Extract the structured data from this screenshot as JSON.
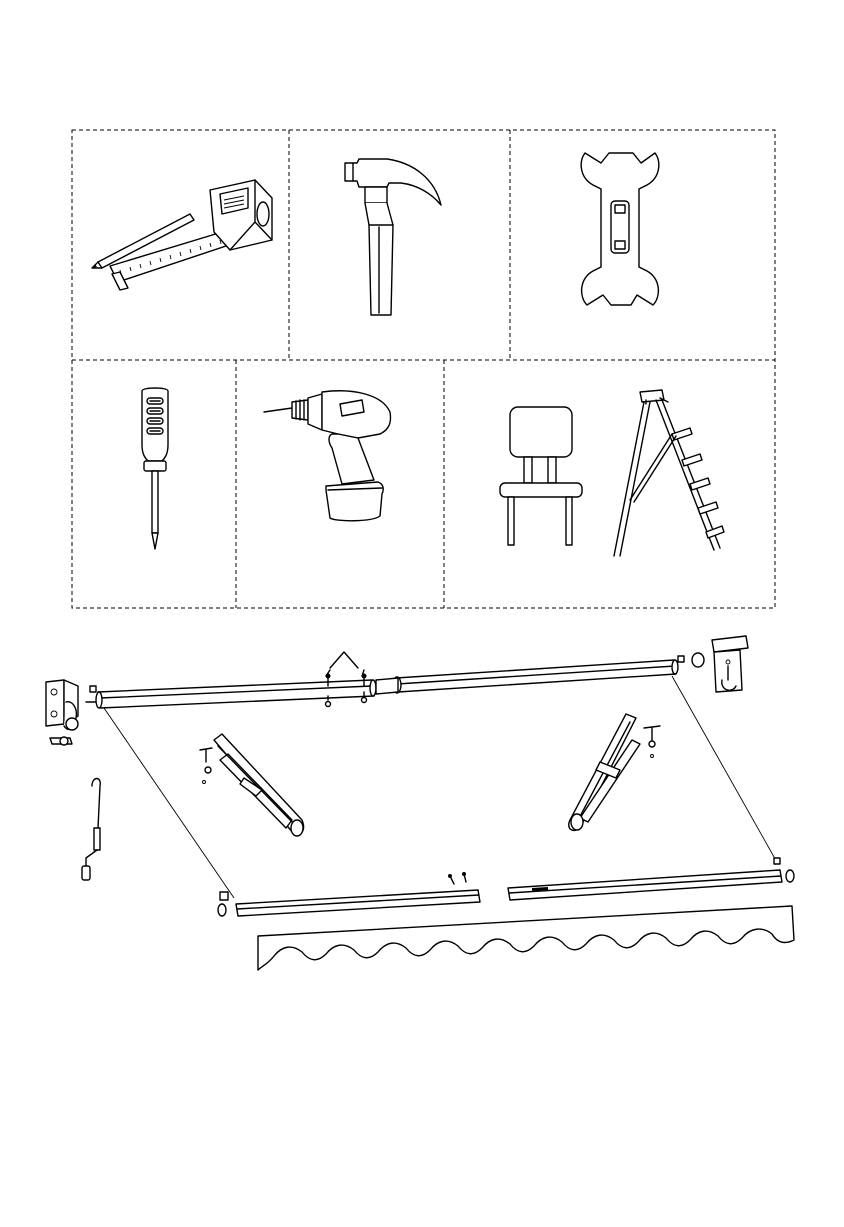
{
  "page": {
    "tools": [
      {
        "id": "tape-measure-and-pencil"
      },
      {
        "id": "hammer"
      },
      {
        "id": "wrench"
      },
      {
        "id": "screwdriver"
      },
      {
        "id": "cordless-drill"
      },
      {
        "id": "chair-and-ladder"
      }
    ],
    "awning_parts": [
      "left-wall-bracket",
      "right-wall-bracket",
      "roller-tube-left",
      "roller-tube-right",
      "joining-screws",
      "left-folding-arm",
      "right-folding-arm",
      "front-bar-left",
      "front-bar-right",
      "crank-handle",
      "valance"
    ]
  }
}
